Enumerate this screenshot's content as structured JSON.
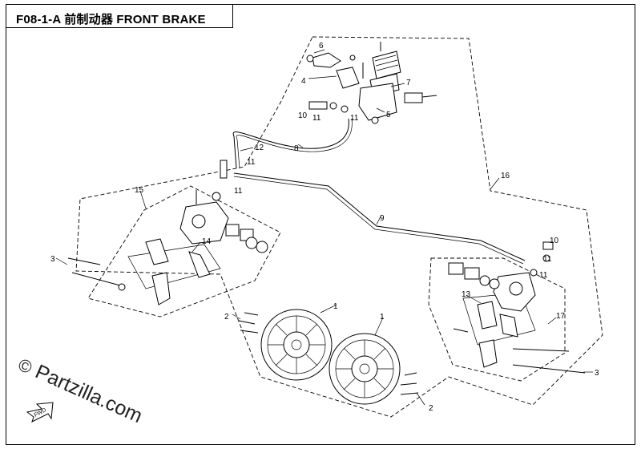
{
  "header": {
    "title": "F08-1-A  前制动器 FRONT BRAKE"
  },
  "watermark": {
    "symbol": "©",
    "text": "Partzilla.com"
  },
  "fwd_label": "FWD",
  "callouts": {
    "c1a": "1",
    "c1b": "1",
    "c2a": "2",
    "c2b": "2",
    "c3a": "3",
    "c3b": "3",
    "c4": "4",
    "c5": "5",
    "c6": "6",
    "c7": "7",
    "c8": "8",
    "c9": "9",
    "c10a": "10",
    "c10b": "10",
    "c11a": "11",
    "c11b": "11",
    "c11c": "11",
    "c11d": "11",
    "c11e": "11",
    "c11f": "11",
    "c12": "12",
    "c13": "13",
    "c14": "14",
    "c15": "15",
    "c16": "16",
    "c17": "17"
  }
}
